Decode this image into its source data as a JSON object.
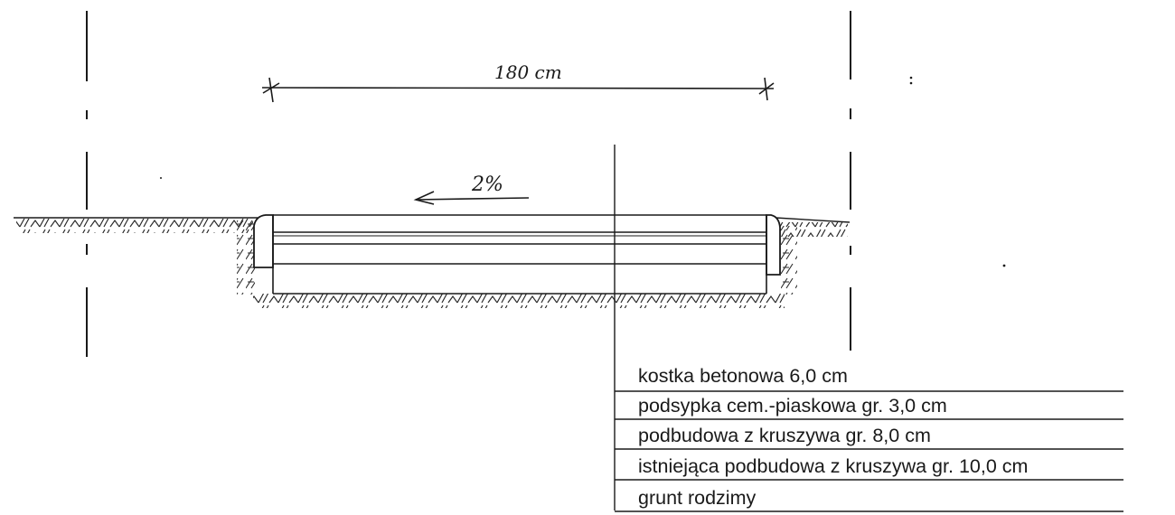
{
  "dimension": {
    "width_label": "180 cm"
  },
  "slope": {
    "label": "2%"
  },
  "layers": [
    {
      "label": "kostka betonowa 6,0 cm"
    },
    {
      "label": "podsypka cem.-piaskowa gr. 3,0 cm"
    },
    {
      "label": "podbudowa z kruszywa gr. 8,0 cm"
    },
    {
      "label": "istniejąca podbudowa z kruszywa gr. 10,0 cm"
    },
    {
      "label": "grunt rodzimy"
    }
  ],
  "colors": {
    "ink": "#1a1a1a",
    "paper": "#ffffff"
  }
}
